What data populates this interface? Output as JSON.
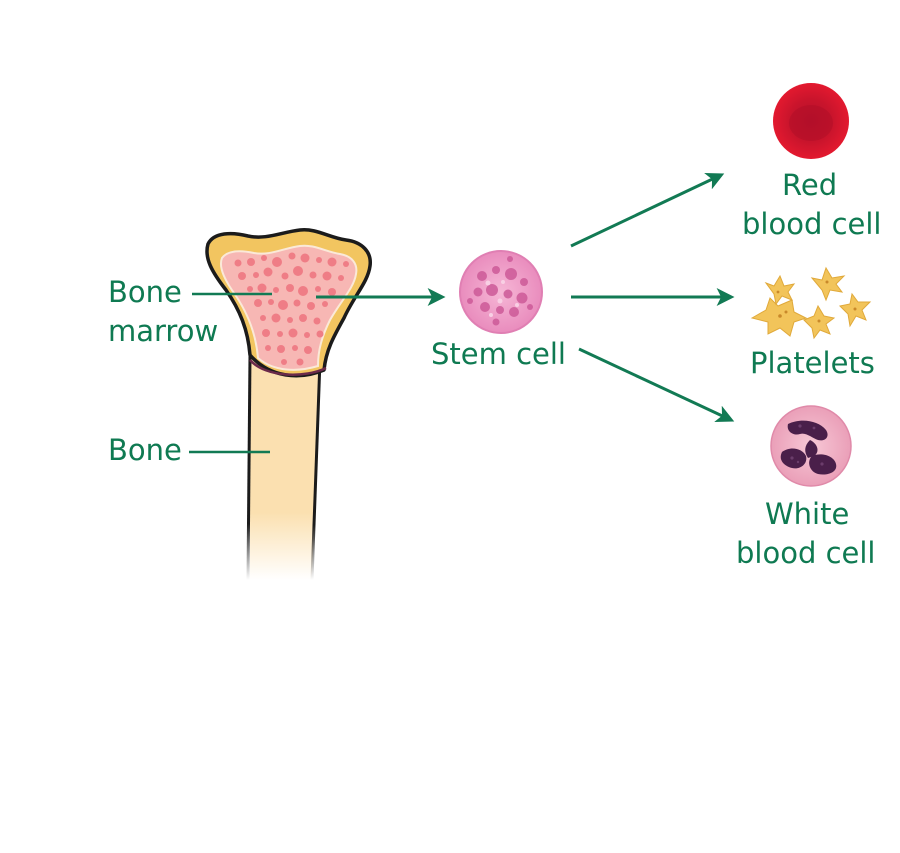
{
  "labels": {
    "bone_marrow_line1": "Bone",
    "bone_marrow_line2": "marrow",
    "bone": "Bone",
    "stem_cell": "Stem cell",
    "red_line1": "Red",
    "red_line2": "blood cell",
    "platelets": "Platelets",
    "white_line1": "White",
    "white_line2": "blood cell"
  },
  "colors": {
    "label_text": "#0f7a52",
    "arrow": "#127a54",
    "bone_fill": "#fbe0b0",
    "bone_outline": "#1b1b1b",
    "bone_cortex": "#f2c560",
    "marrow_fill": "#f7b7b4",
    "marrow_spots": "#ef7d86",
    "stem_cell": "#ee97c5",
    "red_cell": "#d7182f",
    "platelet": "#f2c45a",
    "white_cell": "#f0b6c8",
    "white_nucleus": "#4a1f4a"
  }
}
